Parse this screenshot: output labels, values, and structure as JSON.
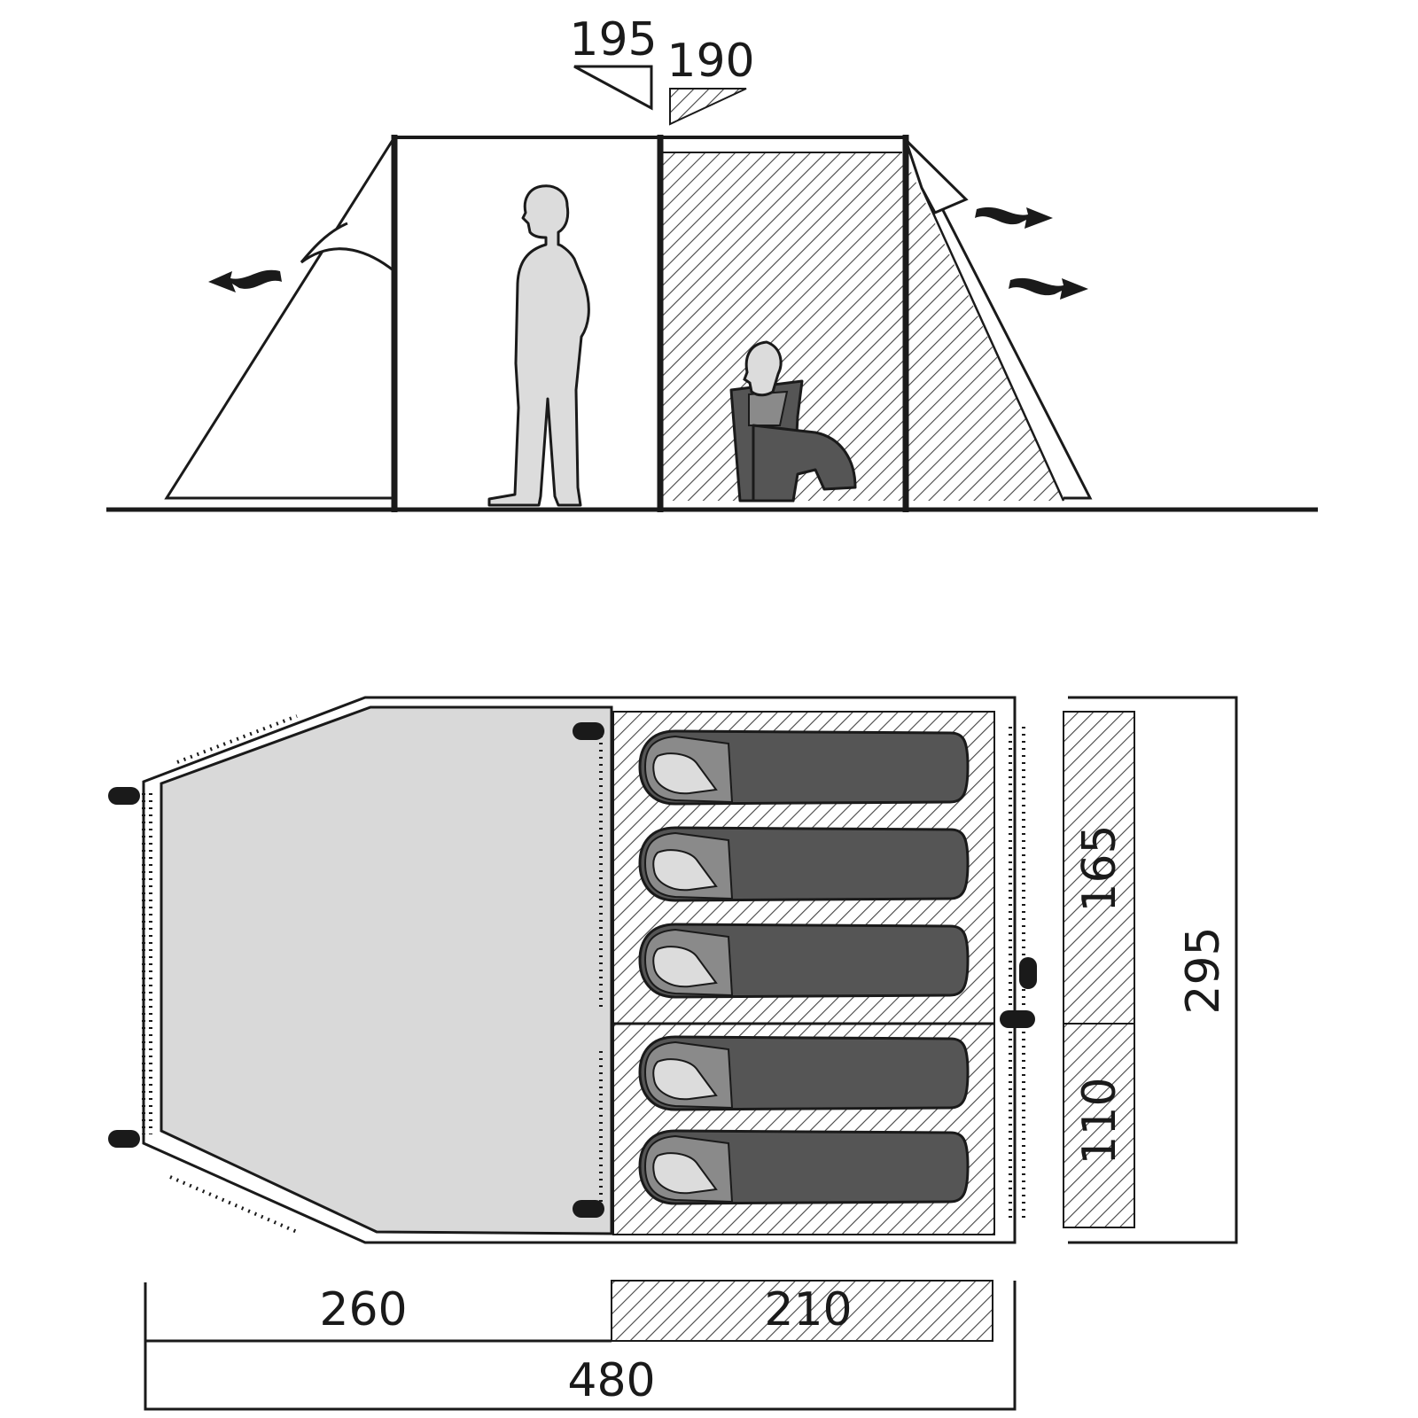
{
  "side_view": {
    "inner_height_living": "195",
    "inner_height_bedroom": "190"
  },
  "floor_plan": {
    "depth_bedroom_upper": "165",
    "depth_bedroom_lower": "110",
    "total_depth": "295",
    "length_living": "260",
    "length_bedroom": "210",
    "total_length": "480",
    "sleeper_count": 5
  },
  "colors": {
    "line": "#1a1a1a",
    "living_fill": "#d9d9d9",
    "figure_fill": "#dcdcdc",
    "bag_fill": "#555555",
    "hood_fill": "#8a8a8a",
    "hatch": "#444444",
    "background": "#ffffff"
  }
}
